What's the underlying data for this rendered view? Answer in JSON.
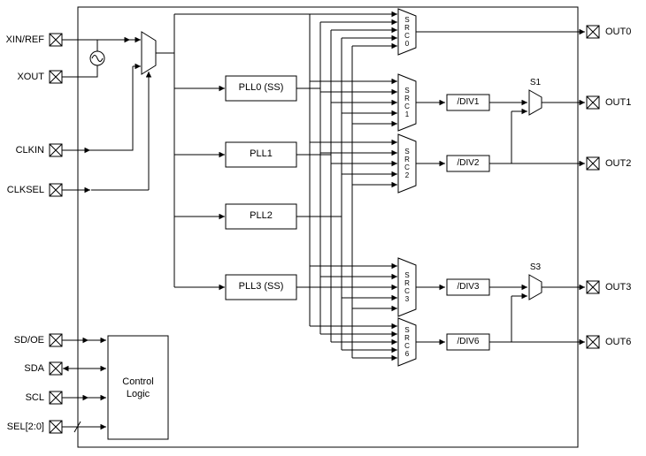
{
  "pins": {
    "xin_ref": "XIN/REF",
    "xout": "XOUT",
    "clkin": "CLKIN",
    "clksel": "CLKSEL",
    "sd_oe": "SD/OE",
    "sda": "SDA",
    "scl": "SCL",
    "sel": "SEL[2:0]",
    "out0": "OUT0",
    "out1": "OUT1",
    "out2": "OUT2",
    "out3": "OUT3",
    "out6": "OUT6"
  },
  "blocks": {
    "pll0": "PLL0 (SS)",
    "pll1": "PLL1",
    "pll2": "PLL2",
    "pll3": "PLL3 (SS)",
    "div1": "/DIV1",
    "div2": "/DIV2",
    "div3": "/DIV3",
    "div6": "/DIV6",
    "control_logic": "Control Logic"
  },
  "muxes": {
    "src0": "SRC0",
    "src1": "SRC1",
    "src2": "SRC2",
    "src3": "SRC3",
    "src6": "SRC6",
    "s1": "S1",
    "s3": "S3"
  }
}
